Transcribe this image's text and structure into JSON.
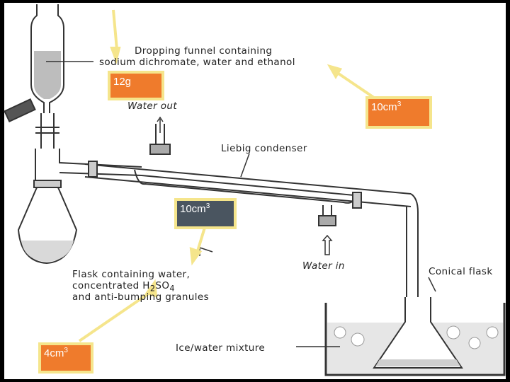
{
  "labels": {
    "funnel_line1": "Dropping funnel containing",
    "funnel_line2": "sodium dichromate, water and ethanol",
    "water_out": "Water out",
    "condenser": "Liebig condenser",
    "water_in": "Water in",
    "conical_flask": "Conical flask",
    "flask_line1": "Flask containing water,",
    "flask_line2a": "concentrated H",
    "flask_line2_sub1": "2",
    "flask_line2b": "SO",
    "flask_line2_sub2": "4",
    "flask_line3": "and anti-bumping granules",
    "ice": "Ice/water mixture"
  },
  "callouts": {
    "c1": {
      "text": "12g",
      "sup": ""
    },
    "c2": {
      "text": "10cm",
      "sup": "3"
    },
    "c3": {
      "text": "10cm",
      "sup": "3"
    },
    "c4": {
      "text": "4cm",
      "sup": "3"
    }
  },
  "colors": {
    "callout_border": "#f5e58c",
    "callout_orange": "#ef7b2c",
    "callout_grey": "#4a5560",
    "arrow": "#f5e58c"
  }
}
